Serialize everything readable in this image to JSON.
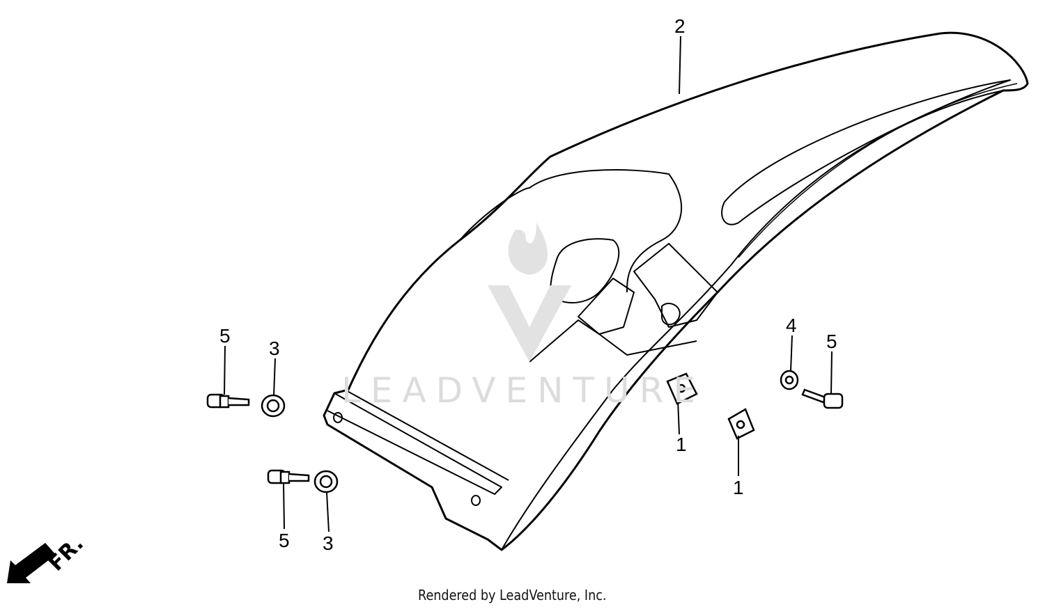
{
  "diagram": {
    "callouts": [
      "2",
      "5",
      "3",
      "4",
      "5",
      "1",
      "1",
      "5",
      "3"
    ],
    "direction_label": "FR.",
    "watermark": "LEADVENTURE",
    "footer": "Rendered by LeadVenture, Inc."
  }
}
